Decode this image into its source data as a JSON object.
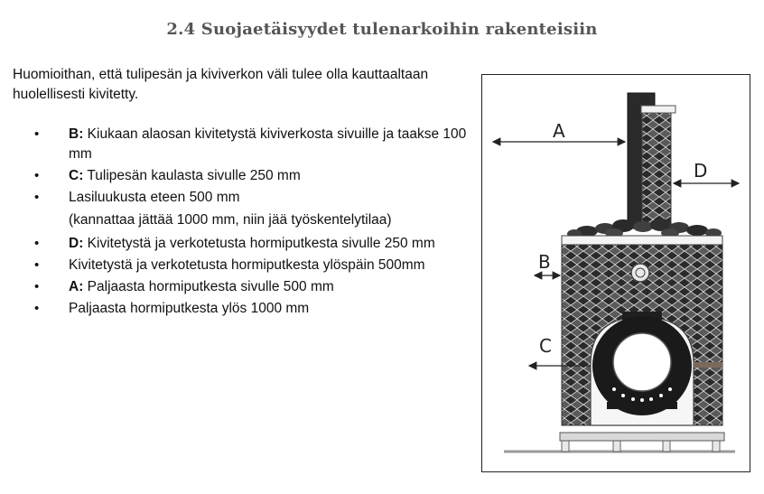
{
  "heading": "2.4 Suojaetäisyydet tulenarkoihin rakenteisiin",
  "intro": "Huomioithan, että tulipesän ja kiviverkon väli tulee olla kauttaaltaan huolellisesti kivitetty.",
  "bullets": [
    {
      "label": "B:",
      "text": " Kiukaan alaosan kivitetystä kiviverkosta sivuille ja taakse 100 mm"
    },
    {
      "label": "C:",
      "text": " Tulipesän kaulasta sivulle 250 mm"
    },
    {
      "label": "",
      "text": "Lasiluukusta eteen 500 mm"
    },
    {
      "note": "(kannattaa jättää 1000 mm, niin jää työskentelytilaa)"
    },
    {
      "label": "D:",
      "text": " Kivitetystä ja verkotetusta hormiputkesta sivulle 250 mm"
    },
    {
      "label": "",
      "text": "Kivitetystä ja verkotetusta hormiputkesta ylöspäin 500mm"
    },
    {
      "label": "A:",
      "text": " Paljaasta hormiputkesta sivulle 500 mm"
    },
    {
      "label": "",
      "text": "Paljaasta hormiputkesta ylös 1000 mm"
    }
  ],
  "bullet_symbol": "•",
  "figure": {
    "labels": {
      "a": "A",
      "b": "B",
      "c": "C",
      "d": "D"
    },
    "colors": {
      "mesh": "#3a3a3a",
      "stone": "#2c2c2c",
      "door": "#1a1a1a",
      "floor": "#9a9a9a"
    }
  }
}
